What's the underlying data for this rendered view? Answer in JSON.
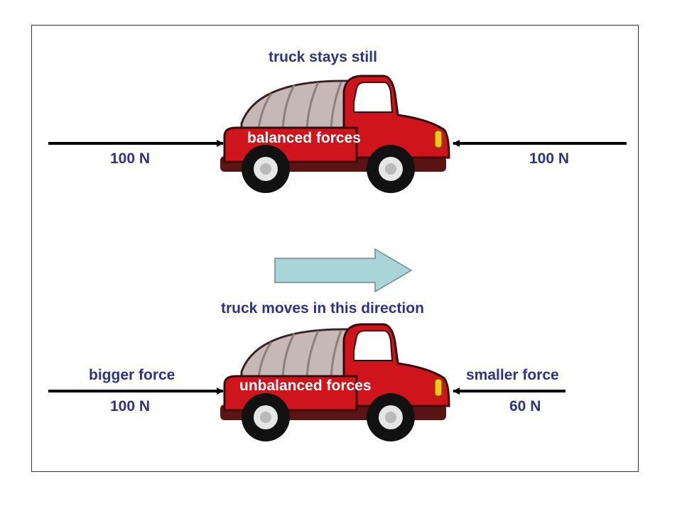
{
  "top": {
    "caption": "truck stays still",
    "truck_label": "balanced forces",
    "left_force": "100 N",
    "right_force": "100 N"
  },
  "bottom": {
    "caption": "truck moves in this direction",
    "truck_label": "unbalanced forces",
    "left_title": "bigger force",
    "left_force": "100 N",
    "right_title": "smaller force",
    "right_force": "60 N"
  },
  "colors": {
    "label": "#2e3383",
    "truck_body": "#d0141c",
    "truck_dark": "#5a1414",
    "cargo": "#c7b8b8",
    "direction_arrow": "#a9d5d9"
  },
  "icons": [
    "truck-icon",
    "right-arrow-icon",
    "left-arrow-icon",
    "direction-arrow-icon"
  ]
}
